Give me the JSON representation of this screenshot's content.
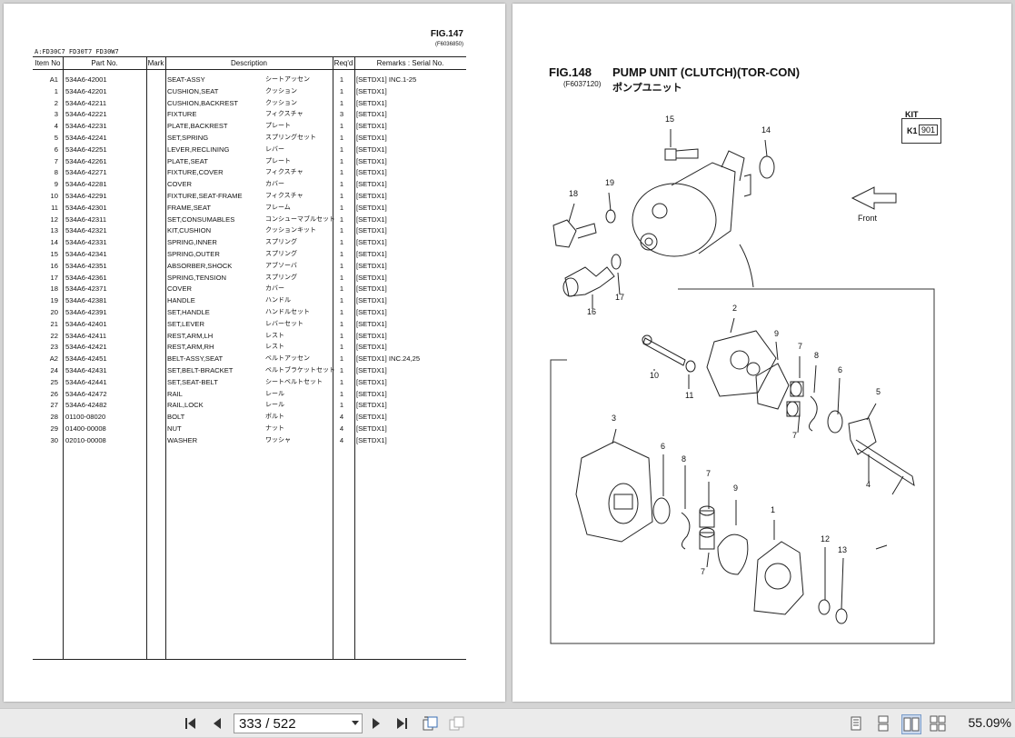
{
  "left_page": {
    "fig_no": "FIG.147",
    "fig_code": "(F6036850)",
    "models": "A:FD30C7 FD30T7 FD30W7",
    "headers": {
      "item": "Item No",
      "part": "Part No.",
      "mark": "Mark",
      "desc": "Description",
      "req": "Req'd",
      "remarks": "Remarks : Serial No."
    },
    "rows": [
      {
        "item": "A1",
        "part": "534A6-42001",
        "desc": "SEAT-ASSY",
        "jp": "シートアッセン",
        "req": "1",
        "rem": "[SETDX1] INC.1-25"
      },
      {
        "item": "1",
        "part": "534A6-42201",
        "desc": "CUSHION,SEAT",
        "jp": "クッション",
        "req": "1",
        "rem": "[SETDX1]"
      },
      {
        "item": "2",
        "part": "534A6-42211",
        "desc": "CUSHION,BACKREST",
        "jp": "クッション",
        "req": "1",
        "rem": "[SETDX1]"
      },
      {
        "item": "3",
        "part": "534A6-42221",
        "desc": "FIXTURE",
        "jp": "フィクスチャ",
        "req": "3",
        "rem": "[SETDX1]"
      },
      {
        "item": "4",
        "part": "534A6-42231",
        "desc": "PLATE,BACKREST",
        "jp": "プレート",
        "req": "1",
        "rem": "[SETDX1]"
      },
      {
        "item": "5",
        "part": "534A6-42241",
        "desc": "SET,SPRING",
        "jp": "スプリングセット",
        "req": "1",
        "rem": "[SETDX1]"
      },
      {
        "item": "6",
        "part": "534A6-42251",
        "desc": "LEVER,RECLINING",
        "jp": "レバー",
        "req": "1",
        "rem": "[SETDX1]"
      },
      {
        "item": "7",
        "part": "534A6-42261",
        "desc": "PLATE,SEAT",
        "jp": "プレート",
        "req": "1",
        "rem": "[SETDX1]"
      },
      {
        "item": "8",
        "part": "534A6-42271",
        "desc": "FIXTURE,COVER",
        "jp": "フィクスチャ",
        "req": "1",
        "rem": "[SETDX1]"
      },
      {
        "item": "9",
        "part": "534A6-42281",
        "desc": "COVER",
        "jp": "カバー",
        "req": "1",
        "rem": "[SETDX1]"
      },
      {
        "item": "10",
        "part": "534A6-42291",
        "desc": "FIXTURE,SEAT-FRAME",
        "jp": "フィクスチャ",
        "req": "1",
        "rem": "[SETDX1]"
      },
      {
        "item": "11",
        "part": "534A6-42301",
        "desc": "FRAME,SEAT",
        "jp": "フレーム",
        "req": "1",
        "rem": "[SETDX1]"
      },
      {
        "item": "12",
        "part": "534A6-42311",
        "desc": "SET,CONSUMABLES",
        "jp": "コンシューマブルセット",
        "req": "1",
        "rem": "[SETDX1]"
      },
      {
        "item": "13",
        "part": "534A6-42321",
        "desc": "KIT,CUSHION",
        "jp": "クッションキット",
        "req": "1",
        "rem": "[SETDX1]"
      },
      {
        "item": "14",
        "part": "534A6-42331",
        "desc": "SPRING,INNER",
        "jp": "スプリング",
        "req": "1",
        "rem": "[SETDX1]"
      },
      {
        "item": "15",
        "part": "534A6-42341",
        "desc": "SPRING,OUTER",
        "jp": "スプリング",
        "req": "1",
        "rem": "[SETDX1]"
      },
      {
        "item": "16",
        "part": "534A6-42351",
        "desc": "ABSORBER,SHOCK",
        "jp": "アブソーバ",
        "req": "1",
        "rem": "[SETDX1]"
      },
      {
        "item": "17",
        "part": "534A6-42361",
        "desc": "SPRING,TENSION",
        "jp": "スプリング",
        "req": "1",
        "rem": "[SETDX1]"
      },
      {
        "item": "18",
        "part": "534A6-42371",
        "desc": "COVER",
        "jp": "カバー",
        "req": "1",
        "rem": "[SETDX1]"
      },
      {
        "item": "19",
        "part": "534A6-42381",
        "desc": "HANDLE",
        "jp": "ハンドル",
        "req": "1",
        "rem": "[SETDX1]"
      },
      {
        "item": "20",
        "part": "534A6-42391",
        "desc": "SET,HANDLE",
        "jp": "ハンドルセット",
        "req": "1",
        "rem": "[SETDX1]"
      },
      {
        "item": "21",
        "part": "534A6-42401",
        "desc": "SET,LEVER",
        "jp": "レバーセット",
        "req": "1",
        "rem": "[SETDX1]"
      },
      {
        "item": "22",
        "part": "534A6-42411",
        "desc": "REST,ARM,LH",
        "jp": "レスト",
        "req": "1",
        "rem": "[SETDX1]"
      },
      {
        "item": "23",
        "part": "534A6-42421",
        "desc": "REST,ARM,RH",
        "jp": "レスト",
        "req": "1",
        "rem": "[SETDX1]"
      },
      {
        "item": "A2",
        "part": "534A6-42451",
        "desc": "BELT-ASSY,SEAT",
        "jp": "ベルトアッセン",
        "req": "1",
        "rem": "[SETDX1] INC.24,25"
      },
      {
        "item": "24",
        "part": "534A6-42431",
        "desc": "SET,BELT-BRACKET",
        "jp": "ベルトブラケットセット",
        "req": "1",
        "rem": "[SETDX1]"
      },
      {
        "item": "25",
        "part": "534A6-42441",
        "desc": "SET,SEAT-BELT",
        "jp": "シートベルトセット",
        "req": "1",
        "rem": "[SETDX1]"
      },
      {
        "item": "26",
        "part": "534A6-42472",
        "desc": "RAIL",
        "jp": "レール",
        "req": "1",
        "rem": "[SETDX1]"
      },
      {
        "item": "27",
        "part": "534A6-42482",
        "desc": "RAIL,LOCK",
        "jp": "レール",
        "req": "1",
        "rem": "[SETDX1]"
      },
      {
        "item": "28",
        "part": "01100-08020",
        "desc": "BOLT",
        "jp": "ボルト",
        "req": "4",
        "rem": "[SETDX1]"
      },
      {
        "item": "29",
        "part": "01400-00008",
        "desc": "NUT",
        "jp": "ナット",
        "req": "4",
        "rem": "[SETDX1]"
      },
      {
        "item": "30",
        "part": "02010-00008",
        "desc": "WASHER",
        "jp": "ワッシャ",
        "req": "4",
        "rem": "[SETDX1]"
      }
    ]
  },
  "right_page": {
    "fig_no": "FIG.148",
    "title": "PUMP UNIT (CLUTCH)(TOR-CON)",
    "fig_code": "(F6037120)",
    "title_jp": "ポンプユニット",
    "kit_label": "KIT",
    "kit_k1": "K1",
    "kit_value": "901",
    "front_label": "Front",
    "callouts": [
      "15",
      "14",
      "18",
      "19",
      "17",
      "16",
      "2",
      "9",
      "7",
      "8",
      "6",
      "5",
      "10",
      "11",
      "7",
      "4",
      "3",
      "6",
      "8",
      "7",
      "9",
      "1",
      "7",
      "12",
      "13"
    ]
  },
  "toolbar": {
    "page_indicator": "333 / 522",
    "zoom": "55.09%"
  }
}
